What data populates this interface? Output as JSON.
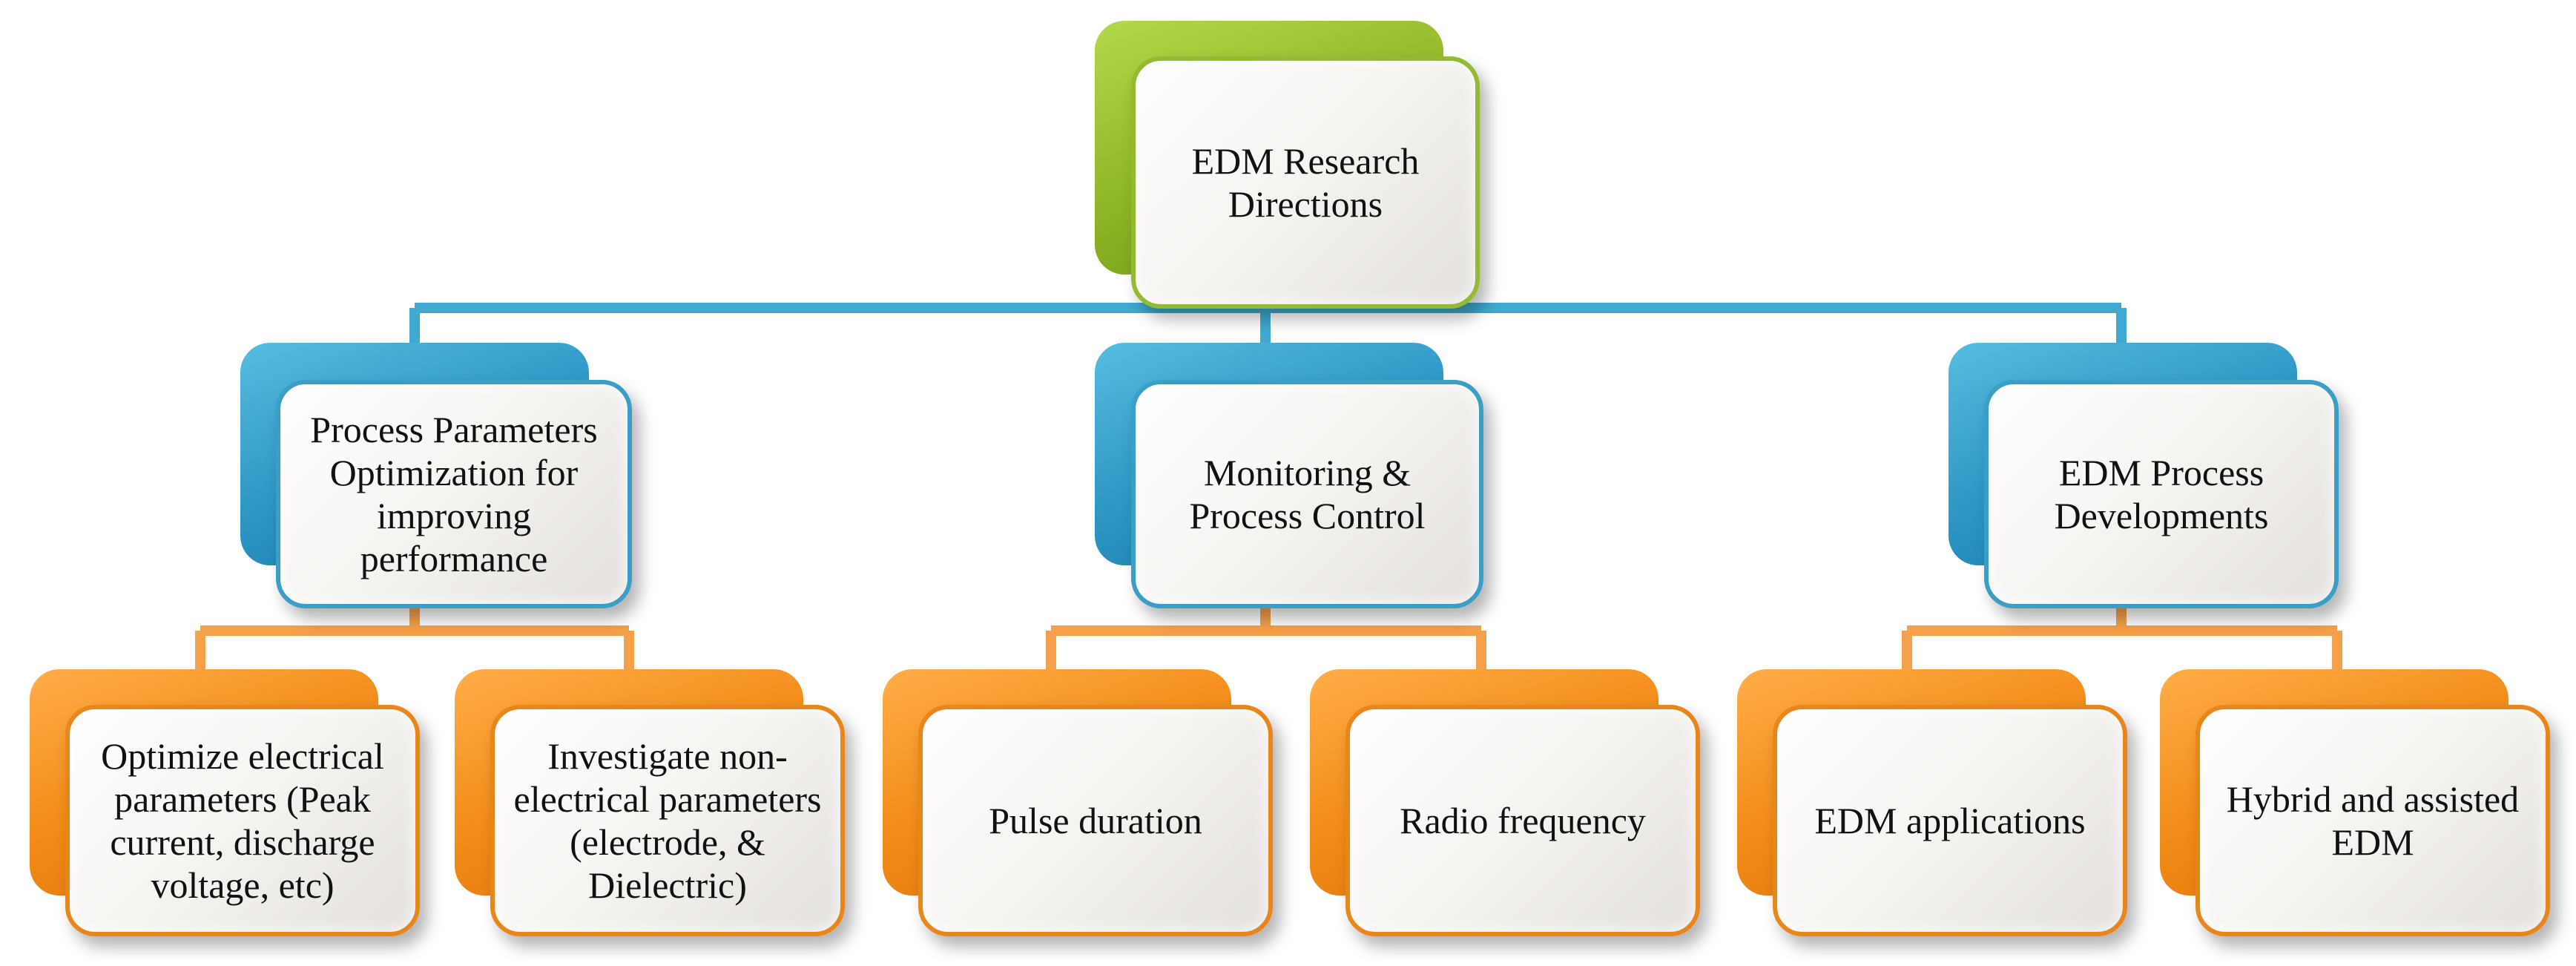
{
  "colors": {
    "root": "#8fb625",
    "level1": "#2c96c4",
    "level2": "#f28a16",
    "connector_blue": "#3fa9cf",
    "connector_orange": "#f5a04a"
  },
  "root": {
    "label": "EDM Research Directions"
  },
  "branches": [
    {
      "label": "Process Parameters Optimization for improving performance",
      "children": [
        {
          "label": "Optimize electrical parameters (Peak current, discharge voltage, etc)"
        },
        {
          "label": "Investigate non-electrical parameters (electrode, & Dielectric)"
        }
      ]
    },
    {
      "label": "Monitoring & Process Control",
      "children": [
        {
          "label": "Pulse duration"
        },
        {
          "label": "Radio frequency"
        }
      ]
    },
    {
      "label": "EDM Process Developments",
      "children": [
        {
          "label": "EDM applications"
        },
        {
          "label": "Hybrid and  assisted EDM"
        }
      ]
    }
  ]
}
